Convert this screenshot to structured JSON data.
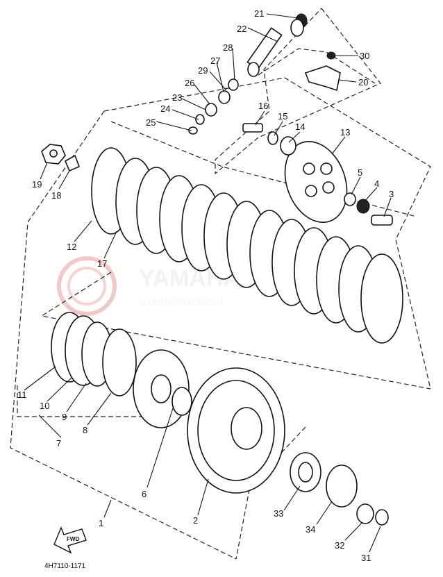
{
  "diagram": {
    "drawing_code": "4H7110-1171",
    "fwd_label": "FWD",
    "watermark": {
      "brand": "YAMAHA.PL",
      "sub": "WOJCIECHOWSKI"
    },
    "callouts": [
      "1",
      "2",
      "3",
      "4",
      "5",
      "6",
      "7",
      "8",
      "9",
      "10",
      "11",
      "12",
      "13",
      "14",
      "15",
      "16",
      "17",
      "18",
      "19",
      "20",
      "21",
      "22",
      "23",
      "24",
      "25",
      "26",
      "27",
      "28",
      "29",
      "30",
      "31",
      "32",
      "33",
      "34"
    ],
    "colors": {
      "line": "#111111",
      "watermark": "#e05050"
    }
  }
}
